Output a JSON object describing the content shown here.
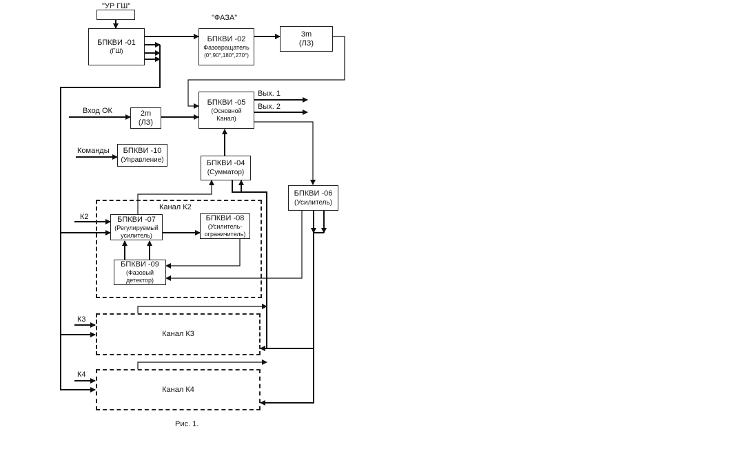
{
  "labels": {
    "ur_gsh": "\"УР ГШ\"",
    "faza": "\"ФАЗА\"",
    "vhod_ok": "Вход ОК",
    "komandy": "Команды",
    "vyh1": "Вых. 1",
    "vyh2": "Вых. 2",
    "k2": "К2",
    "k3": "К3",
    "k4": "К4",
    "kanal_k2": "Канал К2",
    "caption": "Рис. 1."
  },
  "blocks": {
    "b01": {
      "title": "БПКВИ -01",
      "sub": "(ГШ)"
    },
    "b02": {
      "title": "БПКВИ -02",
      "sub": "Фазовращатель",
      "sub2": "(0°,90°,180°,270°)"
    },
    "dl3": {
      "title": "3m",
      "sub": "(ЛЗ)"
    },
    "dl2": {
      "title": "2m",
      "sub": "(ЛЗ)"
    },
    "b05": {
      "title": "БПКВИ -05",
      "sub": "(Основной",
      "sub2": "Канал)"
    },
    "b10": {
      "title": "БПКВИ -10",
      "sub": "(Управление)"
    },
    "b04": {
      "title": "БПКВИ -04",
      "sub": "(Сумматор)"
    },
    "b06": {
      "title": "БПКВИ -06",
      "sub": "(Усилитель)"
    },
    "b07": {
      "title": "БПКВИ -07",
      "sub": "(Регулируемый",
      "sub2": "усилитель)"
    },
    "b08": {
      "title": "БПКВИ -08",
      "sub": "(Усилитель-",
      "sub2": "ограничитель)"
    },
    "b09": {
      "title": "БПКВИ -09",
      "sub": "(Фазовый",
      "sub2": "детектор)"
    },
    "k3": {
      "title": "Канал К3"
    },
    "k4": {
      "title": "Канал К4"
    }
  }
}
